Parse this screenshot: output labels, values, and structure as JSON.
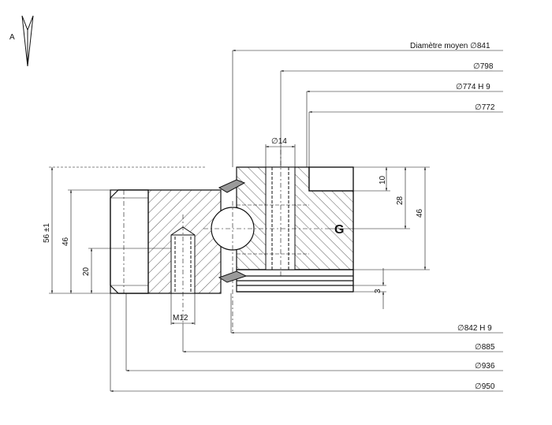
{
  "view_label": "A",
  "center_label": "G",
  "diameters": {
    "d841": "Diamètre moyen ∅841",
    "d798": "∅798",
    "d774": "∅774 H 9",
    "d772": "∅772",
    "d842": "∅842 H 9",
    "d885": "∅885",
    "d936": "∅936",
    "d950": "∅950"
  },
  "heights": {
    "h56": "56 ±1",
    "h46_left": "46",
    "h20": "20",
    "h10": "10",
    "h28": "28",
    "h46_right": "46",
    "h3": "3"
  },
  "holes": {
    "d14": "∅14",
    "m12": "M12"
  },
  "colors": {
    "line": "#111111",
    "seal": "#9a9a9a"
  }
}
